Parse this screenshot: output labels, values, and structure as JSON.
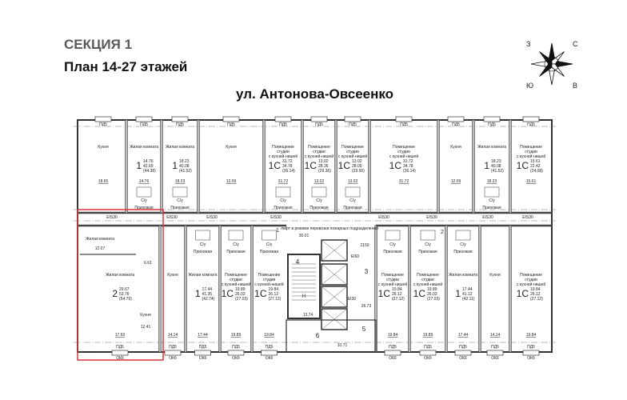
{
  "header": {
    "section": "СЕКЦИЯ 1",
    "plan": "План 14-27 этажей",
    "street": "ул. Антонова-Овсеенко"
  },
  "compass": {
    "icon": "compass-rose-icon",
    "n": "С",
    "e": "В",
    "s": "Ю",
    "w": "З"
  },
  "highlight_color": "#d9363e",
  "top_units": [
    {
      "label": "Кухня",
      "n": "",
      "vals": [],
      "area": "18.65"
    },
    {
      "label": "Жилая комната",
      "n": "1",
      "vals": [
        "14.76",
        "42.69",
        "(44.38)"
      ],
      "area": "14.76"
    },
    {
      "label": "Жилая комната",
      "n": "1",
      "vals": [
        "18.23",
        "40.08",
        "(41.52)"
      ],
      "area": "18.23"
    },
    {
      "label": "Кухня",
      "n": "",
      "vals": [],
      "area": "12.09"
    },
    {
      "label": "Помещение студии с кухней-нишей",
      "n": "1С",
      "vals": [
        "31.72",
        "34.78",
        "(36.14)"
      ],
      "area": "31.72"
    },
    {
      "label": "Помещение студии с кухней-нишей",
      "n": "1С",
      "vals": [
        "13.02",
        "28.36",
        "(29.36)"
      ],
      "area": "13.02"
    },
    {
      "label": "Помещение студии с кухней-нишей",
      "n": "1С",
      "vals": [
        "13.02",
        "28.00",
        "(29.00)"
      ],
      "area": "13.02"
    },
    {
      "label": "Помещение студии с кухней-нишей",
      "n": "1С",
      "vals": [
        "31.72",
        "34.78",
        "(36.14)"
      ],
      "area": "31.72"
    },
    {
      "label": "Кухня",
      "n": "",
      "vals": [],
      "area": "12.09"
    },
    {
      "label": "Жилая комната",
      "n": "1",
      "vals": [
        "18.23",
        "40.08",
        "(41.52)"
      ],
      "area": "18.23"
    },
    {
      "label": "Помещение студии с кухней-нишей",
      "n": "1С",
      "vals": [
        "15.61",
        "22.42",
        "(24.08)"
      ],
      "area": "15.61"
    }
  ],
  "bottom_units": [
    {
      "label": "Жилая комната",
      "n": "2",
      "vals": [
        "29.67",
        "53.76",
        "(54.79)"
      ],
      "area": "17.60",
      "extra": [
        "Жилая комната",
        "12.07",
        "6.61",
        "Кухня",
        "12.41"
      ]
    },
    {
      "label": "Кухня",
      "n": "",
      "vals": [],
      "area": "14.14"
    },
    {
      "label": "Жилая комната",
      "n": "1",
      "vals": [
        "17.44",
        "41.35",
        "(42.74)"
      ],
      "area": "17.44"
    },
    {
      "label": "Помещение студии с кухней-нишей",
      "n": "1С",
      "vals": [
        "19.89",
        "26.03",
        "(27.03)"
      ],
      "area": "19.89"
    },
    {
      "label": "Помещение студии с кухней-нишей",
      "n": "1С",
      "vals": [
        "19.84",
        "26.12",
        "(27.12)"
      ],
      "area": "19.84"
    },
    {
      "label": "Помещение студии с кухней-нишей",
      "n": "1С",
      "vals": [
        "19.84",
        "26.12",
        "(27.12)"
      ],
      "area": "19.84"
    },
    {
      "label": "Помещение студии с кухней-нишей",
      "n": "1С",
      "vals": [
        "19.89",
        "26.03",
        "(27.03)"
      ],
      "area": "19.89"
    },
    {
      "label": "Жилая комната",
      "n": "1",
      "vals": [
        "17.44",
        "41.12",
        "(42.11)"
      ],
      "area": "17.44"
    },
    {
      "label": "Кухня",
      "n": "",
      "vals": [],
      "area": "14.14"
    },
    {
      "label": "Помещение студии с кухней-нишей",
      "n": "1С",
      "vals": [
        "19.84",
        "26.12",
        "(27.12)"
      ],
      "area": "19.84"
    }
  ],
  "labels": {
    "hall": "Прихожая",
    "bath": "С/у",
    "window": "ПД5",
    "door": "EIS30",
    "balcony_door": "ОК6"
  },
  "core": {
    "lift_note": "лифт в режиме перевозки пожарных подразделений",
    "stair_no": "4",
    "hall_no": "3",
    "hall_area": "26.73",
    "lobby_no": "6",
    "vest_no": "5",
    "corridor_no_1": "1",
    "corridor_no_2": "2",
    "lift_door": "EI60",
    "lift_door_2": "EI30",
    "dim": "2150",
    "corridor_area": "30.01",
    "stair_area": "13.74",
    "stair_mark": "Н",
    "lobby_area": "10.71"
  }
}
